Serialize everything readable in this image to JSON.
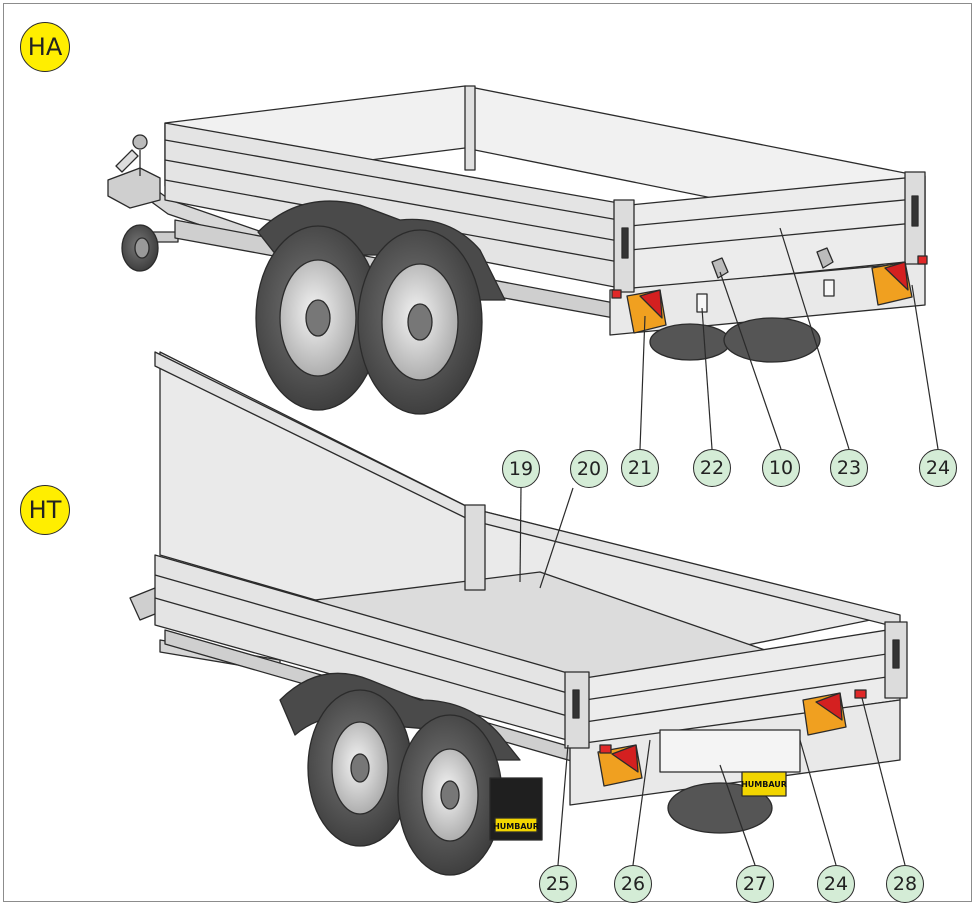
{
  "diagram": {
    "colors": {
      "model_badge": "#ffee00",
      "callout_badge": "#d4ecd6",
      "outline": "#2b2b2b",
      "frame": "#8c8c8c",
      "taillight_amber": "#f0a020",
      "taillight_red": "#d42020",
      "mudflap_logo": "#f2d500"
    },
    "views": [
      {
        "model": "HA",
        "callouts": [
          "21",
          "22",
          "10",
          "23",
          "24"
        ]
      },
      {
        "model": "HT",
        "callouts": [
          "19",
          "20",
          "25",
          "26",
          "27",
          "24",
          "28"
        ]
      }
    ],
    "logo_text": "HUMBAUR"
  }
}
